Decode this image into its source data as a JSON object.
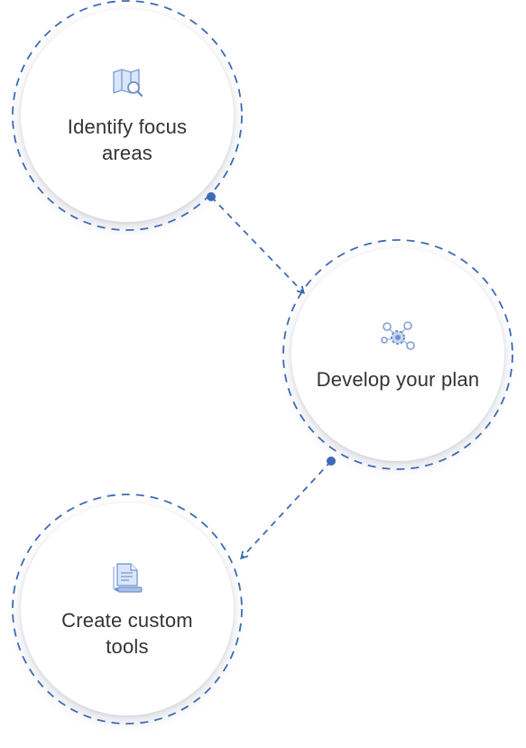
{
  "colors": {
    "accent": "#3d6bb4",
    "icon_fill": "#c7d7f3",
    "icon_stroke": "#7f9fd6",
    "text": "#333338"
  },
  "steps": [
    {
      "label": "Identify focus areas",
      "icon": "map-search-icon"
    },
    {
      "label": "Develop your plan",
      "icon": "network-gear-icon"
    },
    {
      "label": "Create custom tools",
      "icon": "document-pencil-icon"
    }
  ]
}
